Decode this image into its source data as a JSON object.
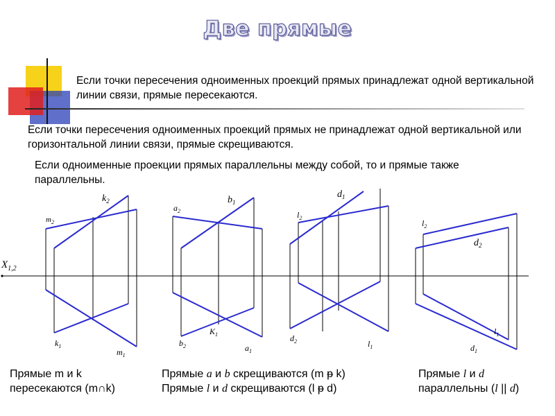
{
  "title": "Две прямые",
  "paragraphs": {
    "p1": "Если точки пересечения одноименных проекций прямых принадлежат одной вертикальной линии связи, прямые пересекаются.",
    "p2": "Если точки пересечения одноименных проекций прямых не принадлежат одной вертикальной или горизонтальной линии связи, прямые скрещиваются.",
    "p3": "Если одноименные проекции прямых параллельны между собой, то и прямые также  параллельны."
  },
  "axis_label": "X1,2",
  "diagram_labels": {
    "k2": "k2",
    "m2": "m2",
    "k1": "k1",
    "m1": "m1",
    "a2": "a2",
    "b1": "b1",
    "b2": "b2",
    "K1": "K1",
    "a1": "a1",
    "d1_top": "d1",
    "l2_mid": "l2",
    "d2_mid": "d2",
    "l1_mid": "l1",
    "l2_right": "l2",
    "d2_right": "d2",
    "l1_right": "l1",
    "d1_right": "d1"
  },
  "captions": {
    "c1_line1": "Прямые m и k",
    "c1_line2": "пересекаются (m∩k)",
    "c2_line1_a": "Прямые ",
    "c2_line1_var1": "a",
    "c2_line1_b": " и ",
    "c2_line1_var2": "b",
    "c2_line1_c": " скрещиваются (m ",
    "c2_line1_sym": "ᵽ",
    "c2_line1_d": " k)",
    "c2_line2_a": "Прямые ",
    "c2_line2_var1": "l",
    "c2_line2_b": " и ",
    "c2_line2_var2": "d",
    "c2_line2_c": " скрещиваются (l ",
    "c2_line2_sym": "ᵽ",
    "c2_line2_d": " d)",
    "c3_line1_a": "Прямые ",
    "c3_line1_var1": "l",
    "c3_line1_b": "  и ",
    "c3_line1_var2": "d",
    "c3_line2_a": "параллельны (",
    "c3_line2_var1": "l",
    "c3_line2_b": " || ",
    "c3_line2_var2": "d",
    "c3_line2_c": ")"
  },
  "colors": {
    "projection_line": "#2a2ad0",
    "construction_line": "#000000",
    "deco_yellow": "#f7d21a",
    "deco_red": "#e0201e",
    "deco_blue": "#2a3fb8"
  }
}
